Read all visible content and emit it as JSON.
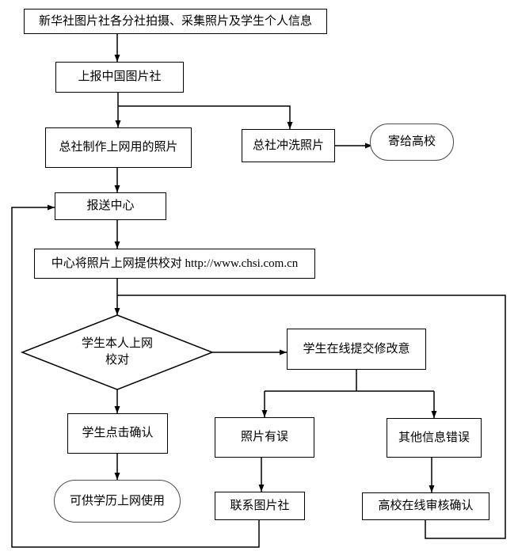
{
  "colors": {
    "line": "#000000",
    "box_border": "#000000",
    "terminal_border": "#4d4d4d",
    "background": "#ffffff",
    "text": "#000000"
  },
  "nodes": {
    "capture": {
      "label": "新华社图片社各分社拍摄、采集照片及学生个人信息"
    },
    "report": {
      "label": "上报中国图片社"
    },
    "make_photos": {
      "label": "总社制作上网用的照片"
    },
    "develop_photos": {
      "label": "总社冲洗照片"
    },
    "mail_to_university": {
      "label": "寄给高校"
    },
    "submission_center": {
      "label": "报送中心"
    },
    "publish_online": {
      "label": "中心将照片上网提供校对 http://www.chsi.com.cn"
    },
    "student_check": {
      "line1": "学生本人上网",
      "line2": "校对"
    },
    "submit_correction": {
      "label": "学生在线提交修改意"
    },
    "student_confirm": {
      "label": "学生点击确认"
    },
    "ready_for_use": {
      "label": "可供学历上网使用"
    },
    "photo_error": {
      "label": "照片有误"
    },
    "contact_photo_agency": {
      "label": "联系图片社"
    },
    "other_info_error": {
      "label": "其他信息错误"
    },
    "university_review": {
      "label": "高校在线审核确认"
    }
  }
}
